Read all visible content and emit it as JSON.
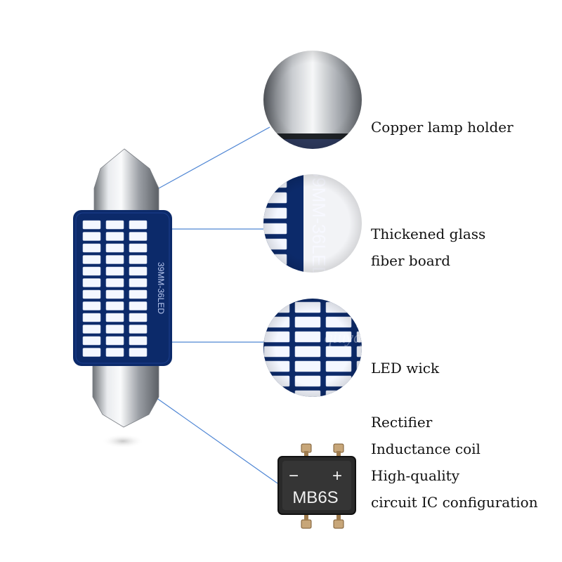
{
  "pcb_print": "39MM-36LED",
  "watermark": "qiuyajing.",
  "features": [
    {
      "lines": [
        "Copper lamp holder"
      ]
    },
    {
      "lines": [
        "Thickened glass",
        "fiber board"
      ]
    },
    {
      "lines": [
        "LED wick"
      ]
    },
    {
      "lines": [
        "Rectifier",
        "Inductance coil",
        "High-quality",
        "circuit IC configuration"
      ]
    }
  ],
  "ic_chip": {
    "name": "MB6S",
    "minus": "−",
    "plus": "+"
  },
  "colors": {
    "pcb": "#0c2a6a",
    "led": "#f4f7ff",
    "leader_line": "#4f86d4"
  }
}
